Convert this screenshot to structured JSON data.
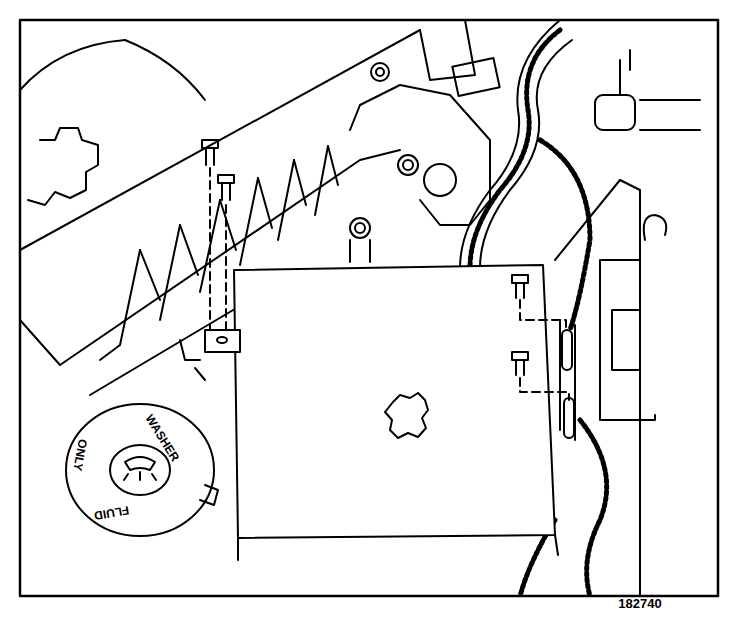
{
  "diagram": {
    "labels": [
      "WASHER",
      "FLUID",
      "ONLY",
      "182740"
    ]
  }
}
